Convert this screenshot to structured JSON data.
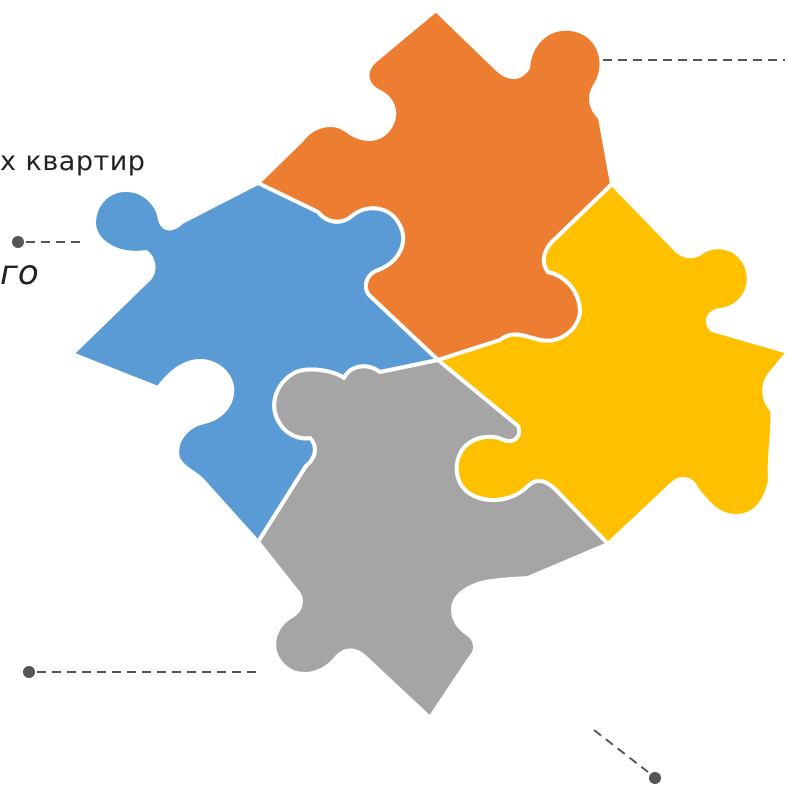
{
  "labels": {
    "line_1": "х квартир",
    "line_2": "го"
  },
  "pieces": [
    {
      "name": "puzzle-piece-orange",
      "color": "#ED7D31"
    },
    {
      "name": "puzzle-piece-blue",
      "color": "#5B9BD5"
    },
    {
      "name": "puzzle-piece-yellow",
      "color": "#FFC000"
    },
    {
      "name": "puzzle-piece-gray",
      "color": "#A5A5A5"
    }
  ],
  "connector_color": "#555555"
}
